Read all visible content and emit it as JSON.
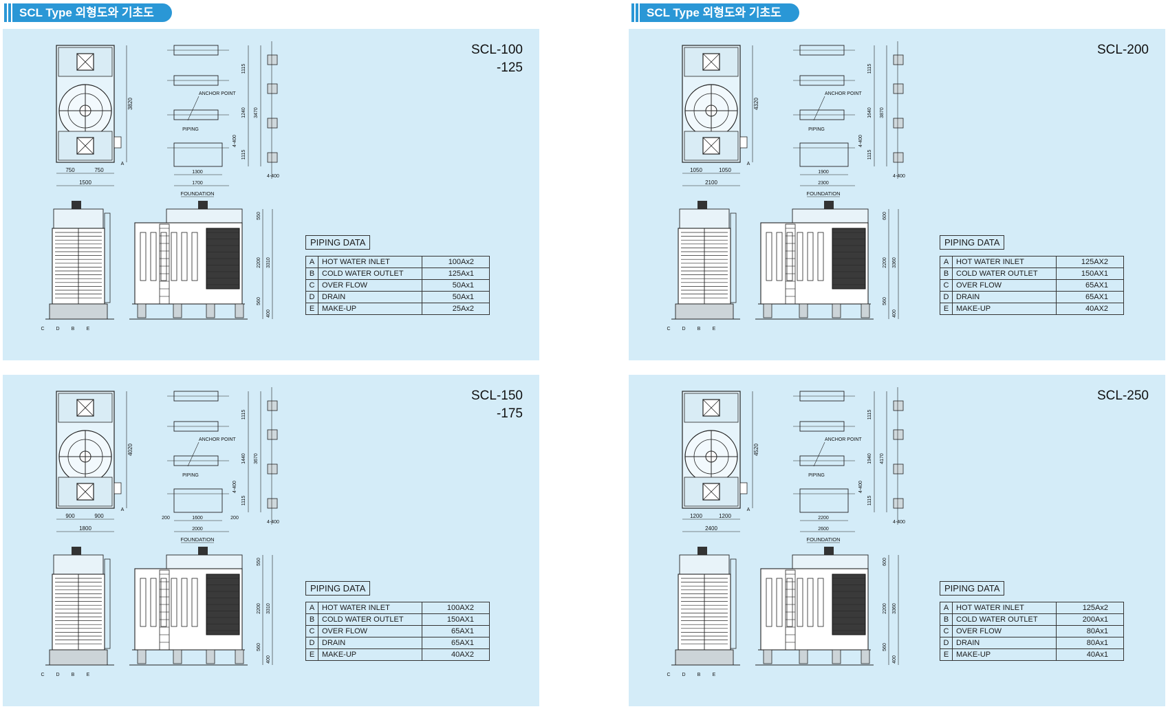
{
  "header_title": "SCL Type 외형도와 기초도",
  "piping_title": "PIPING DATA",
  "labels": {
    "anchor_point": "ANCHOR POINT",
    "piping": "PIPING",
    "foundation": "FOUNDATION"
  },
  "panels": [
    {
      "model_line1": "SCL-100",
      "model_line2": "-125",
      "dims": {
        "w1": "750",
        "w2": "750",
        "w_total": "1500",
        "height": "3820",
        "f_inner": "1300",
        "f_outer": "1700",
        "d1": "1115",
        "d2": "1240",
        "d_total": "3470",
        "d3": "1115",
        "anchor": "4-400",
        "h_top": "550",
        "h_mid": "2200",
        "h_total": "3310",
        "h_base": "560",
        "h_found": "400"
      },
      "piping": [
        {
          "k": "A",
          "name": "HOT WATER INLET",
          "val": "100Ax2"
        },
        {
          "k": "B",
          "name": "COLD WATER OUTLET",
          "val": "125Ax1"
        },
        {
          "k": "C",
          "name": "OVER FLOW",
          "val": "50Ax1"
        },
        {
          "k": "D",
          "name": "DRAIN",
          "val": "50Ax1"
        },
        {
          "k": "E",
          "name": "MAKE-UP",
          "val": "25Ax2"
        }
      ]
    },
    {
      "model_line1": "SCL-200",
      "model_line2": "",
      "dims": {
        "w1": "1050",
        "w2": "1050",
        "w_total": "2100",
        "height": "4320",
        "f_inner": "1900",
        "f_outer": "2300",
        "d1": "1115",
        "d2": "1640",
        "d_total": "3870",
        "d3": "1115",
        "anchor": "4-400",
        "h_top": "600",
        "h_mid": "2200",
        "h_total": "3360",
        "h_base": "560",
        "h_found": "400"
      },
      "piping": [
        {
          "k": "A",
          "name": "HOT WATER INLET",
          "val": "125AX2"
        },
        {
          "k": "B",
          "name": "COLD WATER OUTLET",
          "val": "150AX1"
        },
        {
          "k": "C",
          "name": "OVER FLOW",
          "val": "65AX1"
        },
        {
          "k": "D",
          "name": "DRAIN",
          "val": "65AX1"
        },
        {
          "k": "E",
          "name": "MAKE-UP",
          "val": "40AX2"
        }
      ]
    },
    {
      "model_line1": "SCL-150",
      "model_line2": "-175",
      "dims": {
        "w1": "900",
        "w2": "900",
        "w_total": "1800",
        "height": "4020",
        "f_inner": "1600",
        "f_outer": "2000",
        "f_side": "200",
        "d1": "1115",
        "d2": "1440",
        "d_total": "3670",
        "d3": "1115",
        "anchor": "4-400",
        "h_top": "550",
        "h_mid": "2200",
        "h_total": "3310",
        "h_base": "560",
        "h_found": "400"
      },
      "piping": [
        {
          "k": "A",
          "name": "HOT WATER INLET",
          "val": "100AX2"
        },
        {
          "k": "B",
          "name": "COLD WATER OUTLET",
          "val": "150AX1"
        },
        {
          "k": "C",
          "name": "OVER FLOW",
          "val": "65AX1"
        },
        {
          "k": "D",
          "name": "DRAIN",
          "val": "65AX1"
        },
        {
          "k": "E",
          "name": "MAKE-UP",
          "val": "40AX2"
        }
      ]
    },
    {
      "model_line1": "SCL-250",
      "model_line2": "",
      "dims": {
        "w1": "1200",
        "w2": "1200",
        "w_total": "2400",
        "height": "4520",
        "f_inner": "2200",
        "f_outer": "2600",
        "d1": "1115",
        "d2": "1940",
        "d_total": "4170",
        "d3": "1115",
        "anchor": "4-400",
        "h_top": "600",
        "h_mid": "2200",
        "h_total": "3360",
        "h_base": "560",
        "h_found": "400"
      },
      "piping": [
        {
          "k": "A",
          "name": "HOT WATER INLET",
          "val": "125Ax2"
        },
        {
          "k": "B",
          "name": "COLD WATER OUTLET",
          "val": "200Ax1"
        },
        {
          "k": "C",
          "name": "OVER FLOW",
          "val": "80Ax1"
        },
        {
          "k": "D",
          "name": "DRAIN",
          "val": "80Ax1"
        },
        {
          "k": "E",
          "name": "MAKE-UP",
          "val": "40Ax1"
        }
      ]
    }
  ]
}
